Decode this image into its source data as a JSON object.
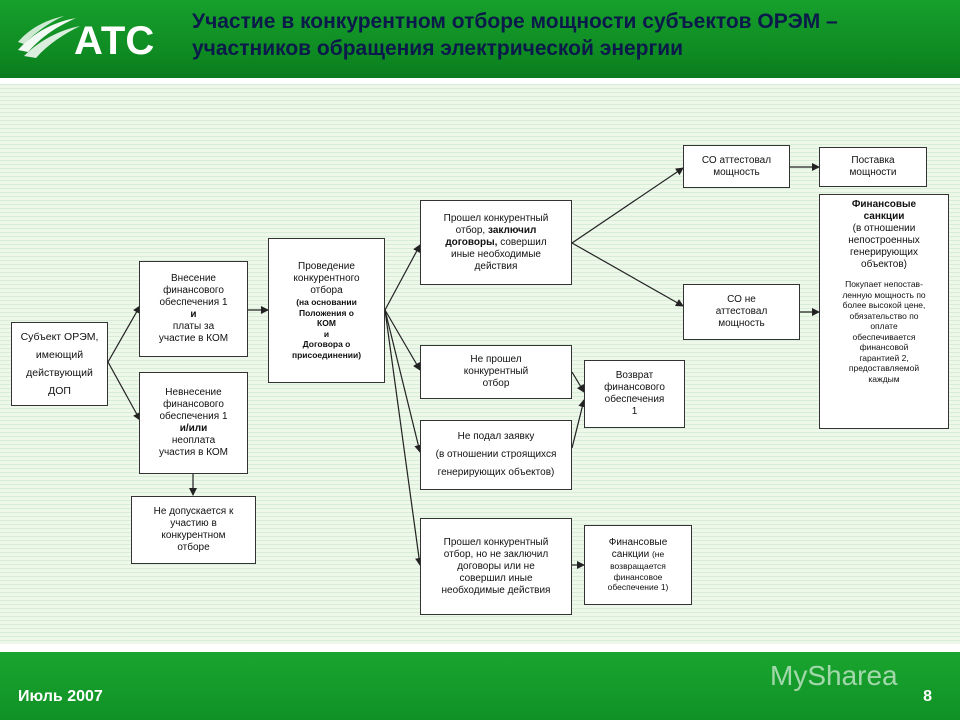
{
  "header": {
    "title_line1": "Участие в конкурентном отборе мощности субъектов ОРЭМ –",
    "title_line2": "участников обращения электрической энергии",
    "logo_text": "АТС"
  },
  "footer": {
    "date": "Июль 2007",
    "page": "8",
    "watermark": "MySharea"
  },
  "boxes": {
    "subject": [
      "Субъект ОРЭМ,",
      "имеющий",
      "действующий",
      "ДОП"
    ],
    "deposit": {
      "pre": [
        "Внесение",
        "финансового",
        "обеспечения 1"
      ],
      "and": "и",
      "post": [
        "платы за",
        "участие в КОМ"
      ]
    },
    "nodeposit": {
      "pre": [
        "Невнесение",
        "финансового",
        "обеспечения 1"
      ],
      "andor": "и/или",
      "post": [
        "неоплата",
        "участия в КОМ"
      ]
    },
    "notadmitted": [
      "Не допускается к",
      "участию в",
      "конкурентном",
      "отборе"
    ],
    "auction": {
      "main": [
        "Проведение",
        "конкурентного",
        "отбора"
      ],
      "basis": [
        "(на основании",
        "Положения о",
        "КОМ",
        "и",
        "Договора о",
        "присоединении)"
      ]
    },
    "passed": {
      "l1": "Прошел конкурентный",
      "l2a": "отбор, ",
      "l2b": "заключил",
      "l3a": "договоры,",
      "l3b": " совершил",
      "l4": "иные необходимые",
      "l5": "действия"
    },
    "notpassed": [
      "Не прошел",
      "конкурентный",
      "отбор"
    ],
    "noapply": [
      "Не подал заявку",
      "(в отношении строящихся",
      "генерирующих объектов)"
    ],
    "passed_noaction": [
      "Прошел конкурентный",
      "отбор, но не заключил",
      "договоры или не",
      "совершил иные",
      "необходимые действия"
    ],
    "certified": [
      "СО аттестовал",
      "мощность"
    ],
    "notcertified": [
      "СО не",
      "аттестовал",
      "мощность"
    ],
    "supply": [
      "Поставка",
      "мощности"
    ],
    "sanctions": {
      "head": [
        "Финансовые",
        "санкции"
      ],
      "scope": [
        "(в отношении",
        "непостроенных",
        "генерирующих",
        "объектов)"
      ],
      "detail": [
        "Покупает непостав-",
        "ленную мощность по",
        "более высокой цене,",
        "обязательство по",
        "оплате",
        "обеспечивается",
        "финансовой",
        "гарантией 2,",
        "предоставляемой",
        "каждым"
      ]
    },
    "refund": [
      "Возврат",
      "финансового",
      "обеспечения",
      "1"
    ],
    "sanctions2": {
      "head": [
        "Финансовые",
        "санкции"
      ],
      "note": [
        "(не",
        "возвращается",
        "финансовое",
        "обеспечение 1)"
      ]
    }
  },
  "colors": {
    "header_green": "#0e8a22",
    "title_navy": "#0b1a4a",
    "canvas_bg": "#edf7ea"
  }
}
